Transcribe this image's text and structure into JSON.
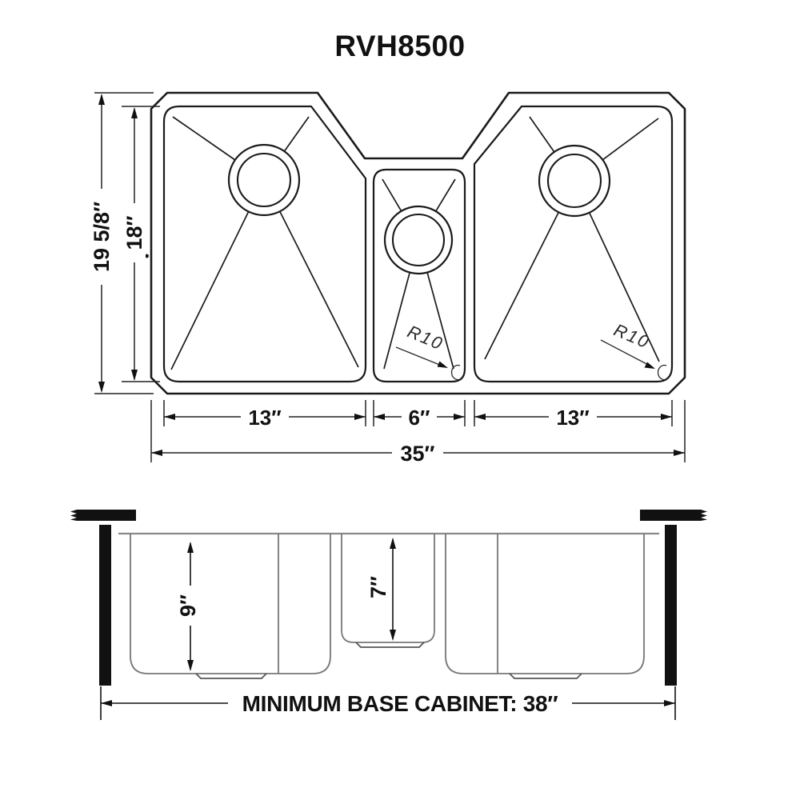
{
  "title": "RVH8500",
  "top_view": {
    "overall_height": "19 5/8″",
    "bowl_height": "18″",
    "left_width": "13″",
    "middle_width": "6″",
    "right_width": "13″",
    "overall_width": "35″",
    "radius_middle": "R10",
    "radius_right": "R10"
  },
  "side_view": {
    "left_depth": "9″",
    "middle_depth": "7″",
    "cabinet_note": "MINIMUM BASE CABINET: 38″"
  },
  "colors": {
    "line": "#1a1a1a",
    "dimension": "#222222",
    "cabinet_fill": "#111111",
    "side_profile": "#777777"
  }
}
